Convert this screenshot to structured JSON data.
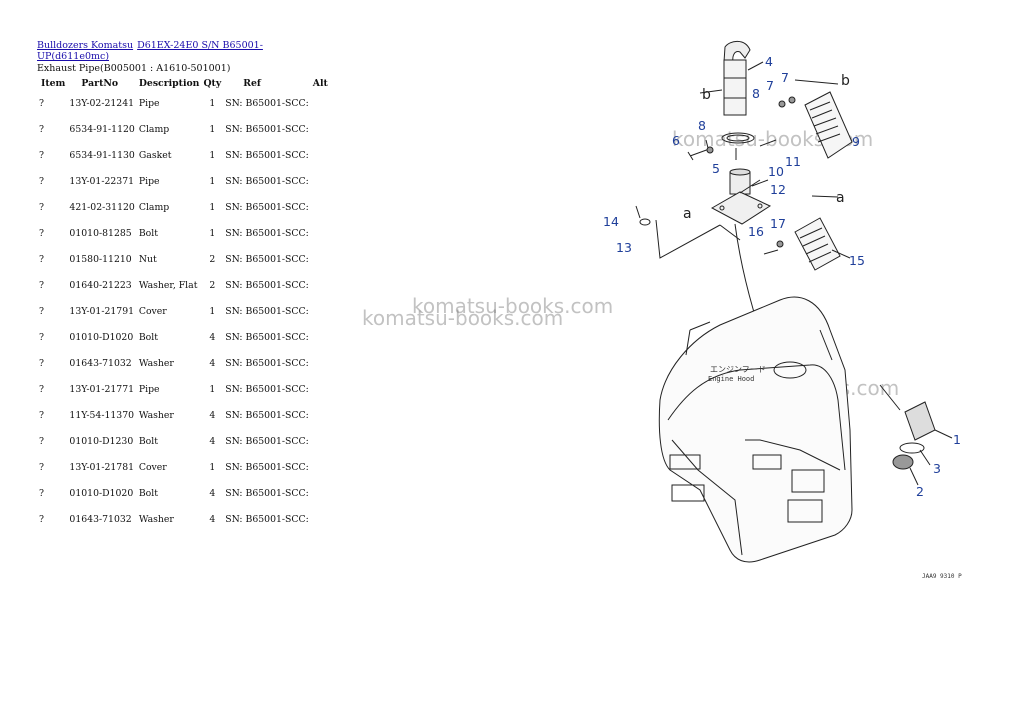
{
  "breadcrumb": {
    "link1": "Bulldozers Komatsu",
    "link2": "D61EX-24E0 S/N B65001-UP(d611e0mc)"
  },
  "subtitle": "Exhaust Pipe(B005001 : A1610-501001)",
  "table": {
    "headers": [
      "Item",
      "PartNo",
      "Description",
      "Qty",
      "Ref",
      "Alt"
    ],
    "rows": [
      {
        "item": "?",
        "part": "13Y-02-21241",
        "desc": "Pipe",
        "qty": "1",
        "ref": "SN: B65001-SCC:"
      },
      {
        "item": "?",
        "part": "6534-91-1120",
        "desc": "Clamp",
        "qty": "1",
        "ref": "SN: B65001-SCC:"
      },
      {
        "item": "?",
        "part": "6534-91-1130",
        "desc": "Gasket",
        "qty": "1",
        "ref": "SN: B65001-SCC:"
      },
      {
        "item": "?",
        "part": "13Y-01-22371",
        "desc": "Pipe",
        "qty": "1",
        "ref": "SN: B65001-SCC:"
      },
      {
        "item": "?",
        "part": "421-02-31120",
        "desc": "Clamp",
        "qty": "1",
        "ref": "SN: B65001-SCC:"
      },
      {
        "item": "?",
        "part": "01010-81285",
        "desc": "Bolt",
        "qty": "1",
        "ref": "SN: B65001-SCC:"
      },
      {
        "item": "?",
        "part": "01580-11210",
        "desc": "Nut",
        "qty": "2",
        "ref": "SN: B65001-SCC:"
      },
      {
        "item": "?",
        "part": "01640-21223",
        "desc": "Washer, Flat",
        "qty": "2",
        "ref": "SN: B65001-SCC:"
      },
      {
        "item": "?",
        "part": "13Y-01-21791",
        "desc": "Cover",
        "qty": "1",
        "ref": "SN: B65001-SCC:"
      },
      {
        "item": "?",
        "part": "01010-D1020",
        "desc": "Bolt",
        "qty": "4",
        "ref": "SN: B65001-SCC:"
      },
      {
        "item": "?",
        "part": "01643-71032",
        "desc": "Washer",
        "qty": "4",
        "ref": "SN: B65001-SCC:"
      },
      {
        "item": "?",
        "part": "13Y-01-21771",
        "desc": "Pipe",
        "qty": "1",
        "ref": "SN: B65001-SCC:"
      },
      {
        "item": "?",
        "part": "11Y-54-11370",
        "desc": "Washer",
        "qty": "4",
        "ref": "SN: B65001-SCC:"
      },
      {
        "item": "?",
        "part": "01010-D1230",
        "desc": "Bolt",
        "qty": "4",
        "ref": "SN: B65001-SCC:"
      },
      {
        "item": "?",
        "part": "13Y-01-21781",
        "desc": "Cover",
        "qty": "1",
        "ref": "SN: B65001-SCC:"
      },
      {
        "item": "?",
        "part": "01010-D1020",
        "desc": "Bolt",
        "qty": "4",
        "ref": "SN: B65001-SCC:"
      },
      {
        "item": "?",
        "part": "01643-71032",
        "desc": "Washer",
        "qty": "4",
        "ref": "SN: B65001-SCC:"
      }
    ]
  },
  "watermark": "komatsu-books.com",
  "diagram": {
    "callouts": {
      "n1": "1",
      "n2": "2",
      "n3": "3",
      "n4": "4",
      "n5": "5",
      "n6": "6",
      "n7": "7",
      "n8": "8",
      "n8b": "8",
      "n7b": "7",
      "n9": "9",
      "n10": "10",
      "n11": "11",
      "n12": "12",
      "n13": "13",
      "n14": "14",
      "n15": "15",
      "n16": "16",
      "n17": "17"
    },
    "letters": {
      "b": "b",
      "a": "a"
    },
    "hood_jp": "エンジンフード",
    "hood_en": "Engine Hood",
    "drawing_code": "JAA9 9310 P"
  }
}
